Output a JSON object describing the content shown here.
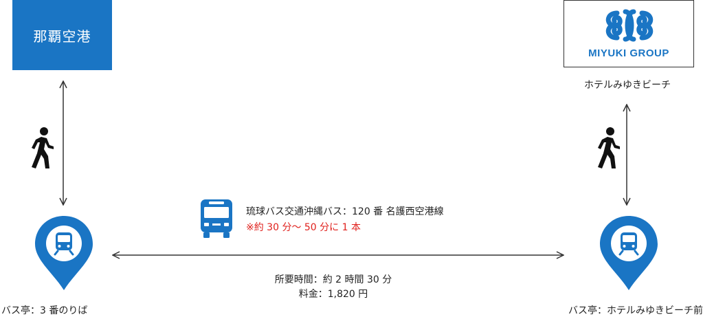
{
  "start": {
    "name": "那覇空港",
    "bus_stop": "バス亭：3 番のりば"
  },
  "destination": {
    "logo_text": "MIYUKI GROUP",
    "name": "ホテルみゆきビーチ",
    "bus_stop": "バス亭：ホテルみゆきビーチ前"
  },
  "route": {
    "line": "琉球バス交通沖縄バス：120 番 名護西空港線",
    "frequency": "※約 30 分〜 50 分に 1 本",
    "duration": "所要時間：約 2 時間 30 分",
    "fare": "料金：1,820 円"
  },
  "colors": {
    "brand_blue": "#1a75c4",
    "frequency_red": "#e0201c",
    "arrow": "#333333"
  },
  "icons": [
    "walking-person-icon",
    "bus-stop-pin-icon",
    "bus-icon",
    "miyuki-logo-icon"
  ]
}
